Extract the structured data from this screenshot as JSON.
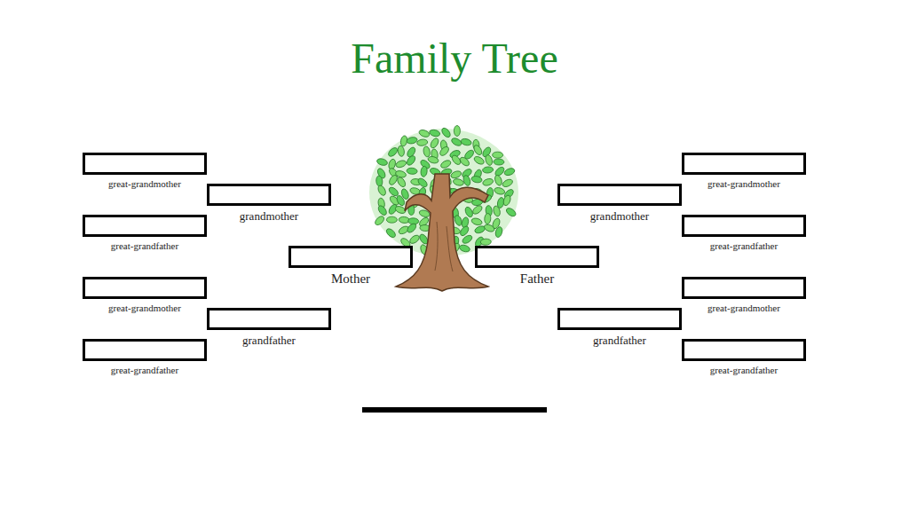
{
  "diagram": {
    "title": "Family Tree",
    "nodes": [
      {
        "text": [
          "great-grandmother"
        ]
      },
      {
        "text": [
          "grandmother"
        ]
      },
      {
        "text": [
          "great-grandfather"
        ]
      },
      {
        "text": [
          "Mother"
        ]
      },
      {
        "text": [
          "great-grandmother"
        ]
      },
      {
        "text": [
          "grandfather"
        ]
      },
      {
        "text": [
          "great-grandfather"
        ]
      },
      {
        "text": [
          "great-grandmother"
        ]
      },
      {
        "text": [
          "grandmother"
        ]
      },
      {
        "text": [
          "great-grandfather"
        ]
      },
      {
        "text": [
          "Father"
        ]
      },
      {
        "text": [
          "great-grandmother"
        ]
      },
      {
        "text": [
          "grandfather"
        ]
      },
      {
        "text": [
          "great-grandfather"
        ]
      }
    ]
  }
}
